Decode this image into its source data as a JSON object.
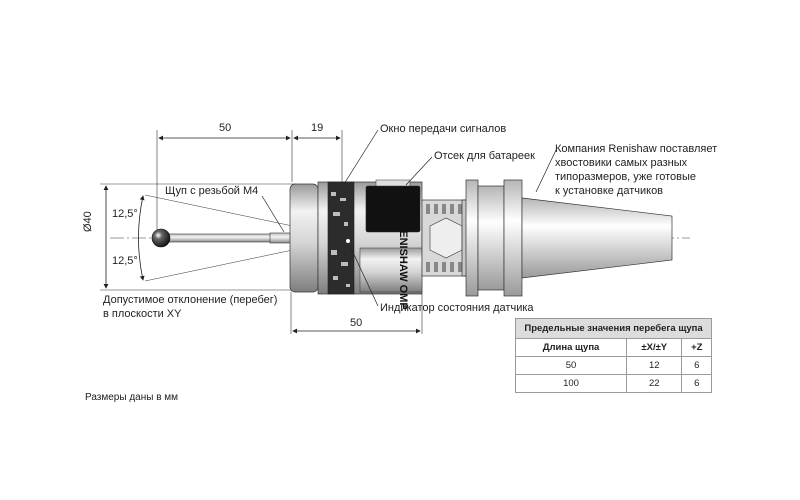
{
  "dimensions": {
    "top_left": "50",
    "top_right": "19",
    "bottom": "50",
    "diameter": "Ø40",
    "angle_upper": "12,5°",
    "angle_lower": "12,5°"
  },
  "callouts": {
    "signal_window": "Окно передачи сигналов",
    "battery": "Отсек для батареек",
    "shank_line1": "Компания Renishaw поставляет",
    "shank_line2": "хвостовики самых разных",
    "shank_line3": "типоразмеров, уже готовые",
    "shank_line4": "к установке датчиков",
    "stylus": "Щуп с резьбой M4",
    "status": "Индикатор состояния датчика",
    "overtravel_line1": "Допустимое отклонение (перебег)",
    "overtravel_line2": "в плоскости XY"
  },
  "probe_marking": "RENISHAW OMP",
  "note": "Размеры даны в мм",
  "table": {
    "title": "Предельные значения перебега щупа",
    "headers": [
      "Длина щупа",
      "±X/±Y",
      "+Z"
    ],
    "rows": [
      [
        "50",
        "12",
        "6"
      ],
      [
        "100",
        "22",
        "6"
      ]
    ]
  }
}
